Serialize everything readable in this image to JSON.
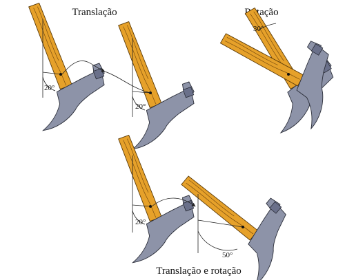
{
  "labels": {
    "translation": "Translação",
    "rotation": "Rotação",
    "translation_rotation": "Translação e rotação"
  },
  "angles": {
    "hammer_1": "20°",
    "hammer_2": "20°",
    "rotation": "30°",
    "hammer_3": "20°",
    "hammer_4": "50°"
  },
  "colors": {
    "handle": "#e6a12a",
    "head": "#8d93a8",
    "line": "#222222"
  },
  "icons": {
    "hammer": "hammer-icon"
  }
}
